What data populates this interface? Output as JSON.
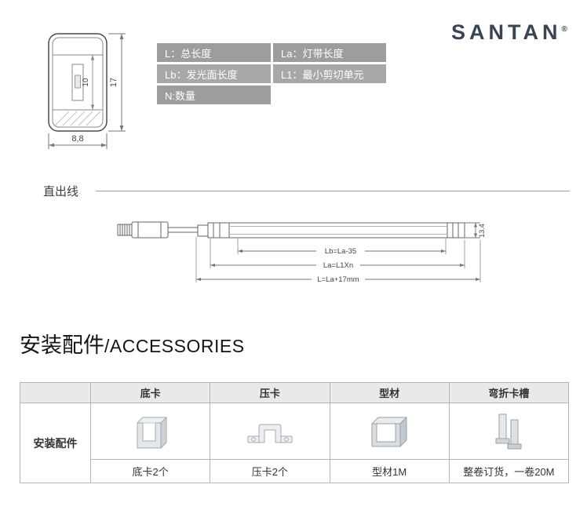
{
  "logo": {
    "text": "SANTAN",
    "reg": "®"
  },
  "legend": {
    "l": "L：总长度",
    "la": "La：灯带长度",
    "lb": "Lb：发光面长度",
    "l1": "L1：最小剪切单元",
    "n": "N:数量"
  },
  "cross_section": {
    "height": "17",
    "inner_height": "10",
    "width": "8,8"
  },
  "straight_wire": {
    "title": "直出线",
    "dim_lb": "Lb=La-35",
    "dim_la": "La=L1Xn",
    "dim_l": "L=La+17mm",
    "dim_h": "13.4"
  },
  "accessories": {
    "heading_cn": "安装配件",
    "heading_en": "/ACCESSORIES",
    "row_label": "安装配件",
    "columns": [
      {
        "header": "底卡",
        "label": "底卡2个"
      },
      {
        "header": "压卡",
        "label": "压卡2个"
      },
      {
        "header": "型材",
        "label": "型材1M"
      },
      {
        "header": "弯折卡槽",
        "label": "整卷订货，一卷20M"
      }
    ]
  }
}
